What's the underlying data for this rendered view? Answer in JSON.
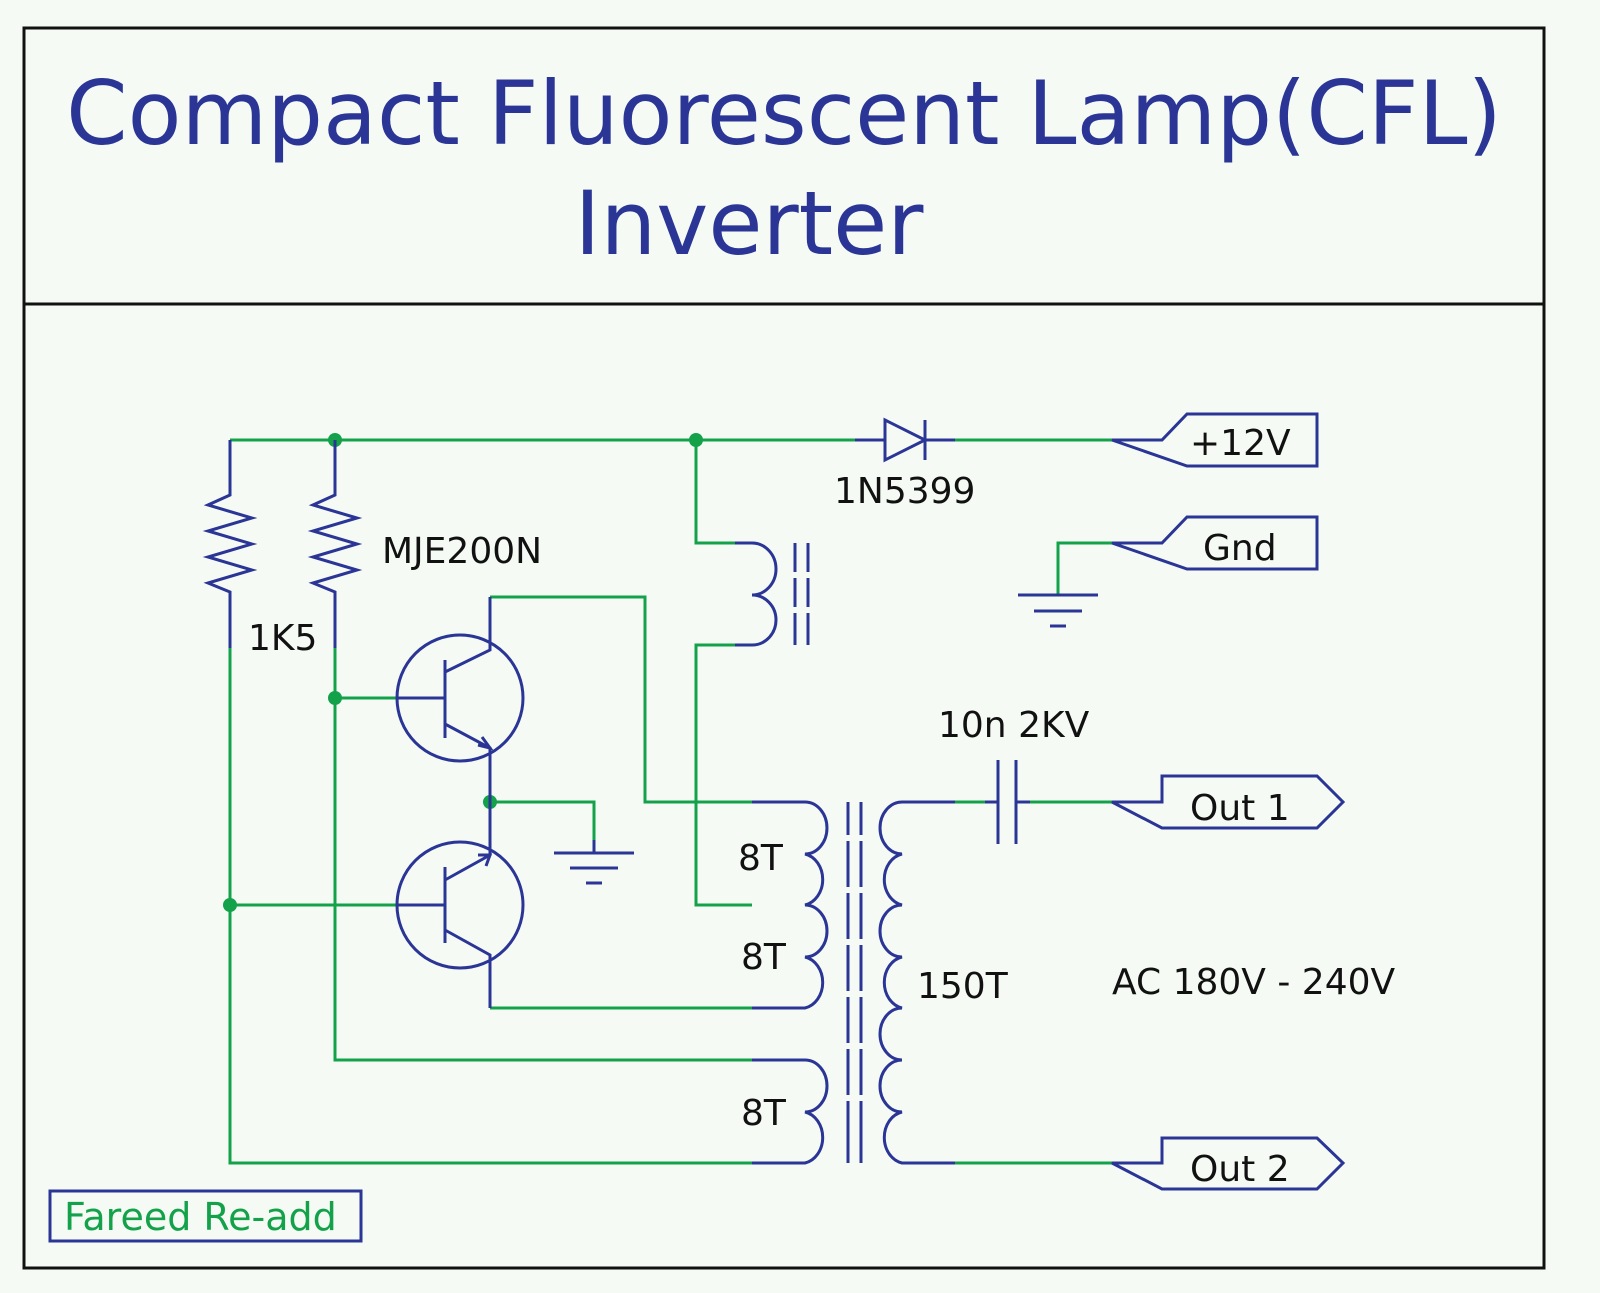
{
  "title": {
    "line1": "Compact Fluorescent Lamp(CFL)",
    "line2": "Inverter"
  },
  "labels": {
    "diode": "1N5399",
    "transistor": "MJE200N",
    "resistor": "1K5",
    "capacitor": "10n 2KV",
    "winding_a": "8T",
    "winding_b": "8T",
    "winding_c": "8T",
    "secondary": "150T",
    "ac_range": "AC 180V - 240V"
  },
  "ports": {
    "vplus": "+12V",
    "gnd": "Gnd",
    "out1": "Out 1",
    "out2": "Out 2"
  },
  "credit": "Fareed Re-add",
  "colors": {
    "component": "#2a3595",
    "wire": "#13a24a",
    "title": "#2a3595",
    "credit": "#13a24a"
  }
}
